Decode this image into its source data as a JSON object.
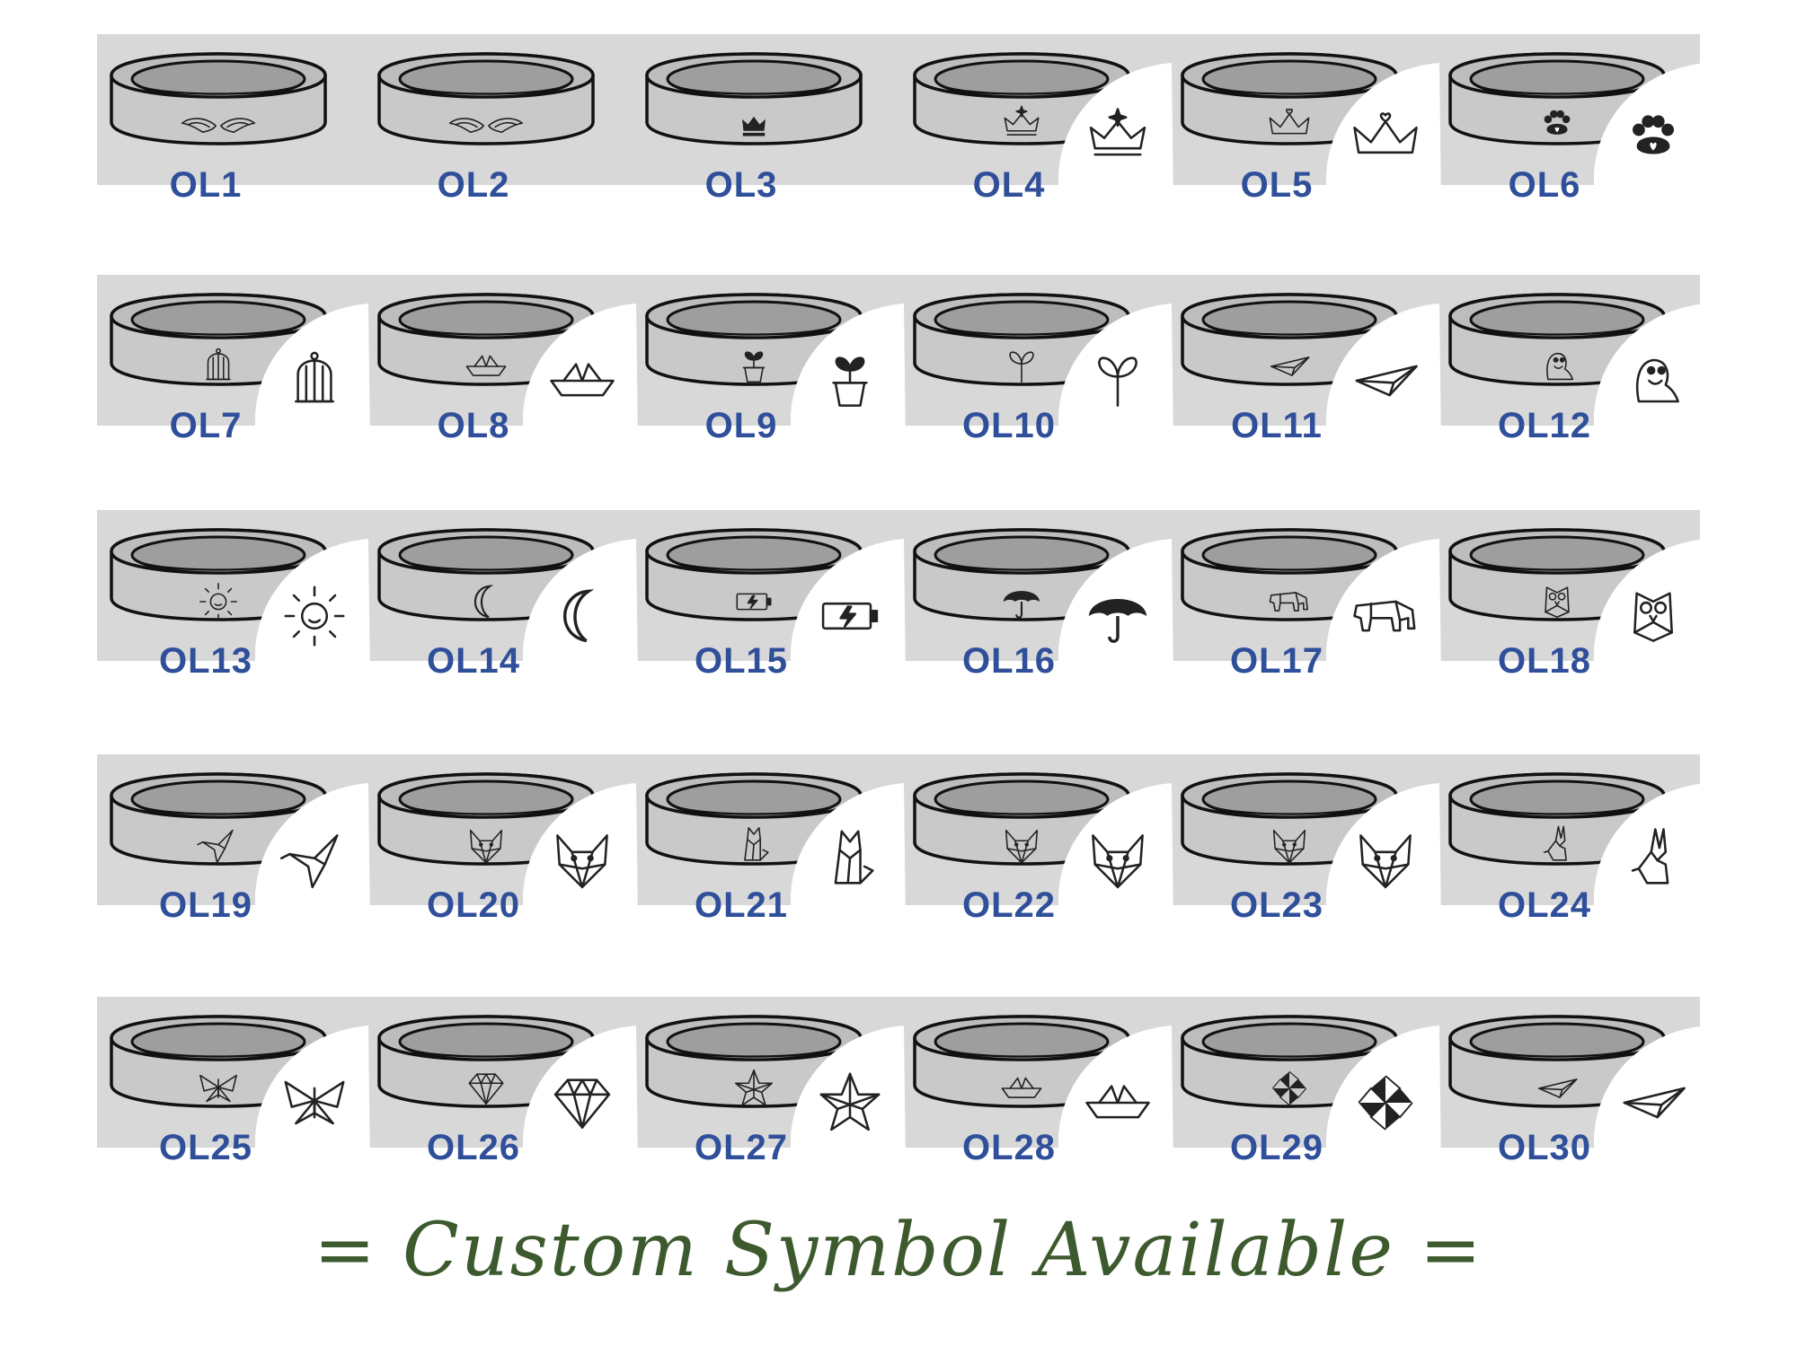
{
  "accent_colors": {
    "label": "#2f4f9a",
    "footer": "#3d5a2e",
    "band": "#d8d8d8"
  },
  "symbols": [
    {
      "code": "OL1",
      "icon": "angel-wings-icon",
      "zoom": false
    },
    {
      "code": "OL2",
      "icon": "ornate-wings-icon",
      "zoom": false
    },
    {
      "code": "OL3",
      "icon": "crown-icon",
      "zoom": false
    },
    {
      "code": "OL4",
      "icon": "sparkle-crown-icon",
      "zoom": true
    },
    {
      "code": "OL5",
      "icon": "heart-crown-icon",
      "zoom": true
    },
    {
      "code": "OL6",
      "icon": "paw-heart-icon",
      "zoom": true
    },
    {
      "code": "OL7",
      "icon": "birdcage-icon",
      "zoom": true
    },
    {
      "code": "OL8",
      "icon": "paper-boat-heart-icon",
      "zoom": true
    },
    {
      "code": "OL9",
      "icon": "potted-sprout-icon",
      "zoom": true
    },
    {
      "code": "OL10",
      "icon": "sprout-icon",
      "zoom": true
    },
    {
      "code": "OL11",
      "icon": "paper-plane-heart-icon",
      "zoom": true
    },
    {
      "code": "OL12",
      "icon": "dinosaur-icon",
      "zoom": true
    },
    {
      "code": "OL13",
      "icon": "sun-icon",
      "zoom": true
    },
    {
      "code": "OL14",
      "icon": "moon-icon",
      "zoom": true
    },
    {
      "code": "OL15",
      "icon": "battery-icon",
      "zoom": true
    },
    {
      "code": "OL16",
      "icon": "umbrella-icon",
      "zoom": true
    },
    {
      "code": "OL17",
      "icon": "origami-elephant-icon",
      "zoom": true
    },
    {
      "code": "OL18",
      "icon": "origami-owl-icon",
      "zoom": true
    },
    {
      "code": "OL19",
      "icon": "origami-bird-icon",
      "zoom": true
    },
    {
      "code": "OL20",
      "icon": "geometric-wolf-icon",
      "zoom": true
    },
    {
      "code": "OL21",
      "icon": "origami-fox-icon",
      "zoom": true
    },
    {
      "code": "OL22",
      "icon": "geometric-fox-icon",
      "zoom": true
    },
    {
      "code": "OL23",
      "icon": "geometric-wolf-head-icon",
      "zoom": true
    },
    {
      "code": "OL24",
      "icon": "origami-rabbit-icon",
      "zoom": true
    },
    {
      "code": "OL25",
      "icon": "origami-butterfly-icon",
      "zoom": true
    },
    {
      "code": "OL26",
      "icon": "diamond-icon",
      "zoom": true
    },
    {
      "code": "OL27",
      "icon": "origami-star-icon",
      "zoom": true
    },
    {
      "code": "OL28",
      "icon": "paper-boat-icon",
      "zoom": true
    },
    {
      "code": "OL29",
      "icon": "pinwheel-icon",
      "zoom": true
    },
    {
      "code": "OL30",
      "icon": "paper-plane-icon",
      "zoom": true
    }
  ],
  "footer": {
    "text": "= Custom Symbol Available ="
  }
}
